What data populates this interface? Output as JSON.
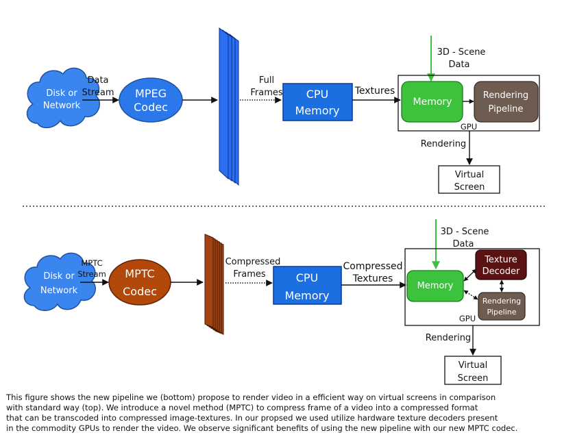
{
  "top": {
    "source_line1": "Disk or",
    "source_line2": "Network",
    "stream_line1": "Data",
    "stream_line2": "Stream",
    "codec_line1": "MPEG",
    "codec_line2": "Codec",
    "frames_line1": "Full",
    "frames_line2": "Frames",
    "cpu_line1": "CPU",
    "cpu_line2": "Memory",
    "textures": "Textures",
    "scene_line1": "3D - Scene",
    "scene_line2": "Data",
    "memory": "Memory",
    "pipeline_line1": "Rendering",
    "pipeline_line2": "Pipeline",
    "gpu": "GPU",
    "rendering": "Rendering",
    "screen_line1": "Virtual",
    "screen_line2": "Screen"
  },
  "bottom": {
    "source_line1": "Disk or",
    "source_line2": "Network",
    "stream_line1": "MPTC",
    "stream_line2": "Stream",
    "codec_line1": "MPTC",
    "codec_line2": "Codec",
    "frames_line1": "Compressed",
    "frames_line2": "Frames",
    "cpu_line1": "CPU",
    "cpu_line2": "Memory",
    "textures_line1": "Compressed",
    "textures_line2": "Textures",
    "scene_line1": "3D - Scene",
    "scene_line2": "Data",
    "memory": "Memory",
    "decoder_line1": "Texture",
    "decoder_line2": "Decoder",
    "pipeline_line1": "Rendering",
    "pipeline_line2": "Pipeline",
    "gpu": "GPU",
    "rendering": "Rendering",
    "screen_line1": "Virtual",
    "screen_line2": "Screen"
  },
  "caption": "This figure shows the new pipeline we (bottom) propose to render video in a efficient way on virtual screens in comparison\nwith standard way (top).  We introduce a  novel method (MPTC) to compress  frame of a video into a compressed format\nthat can be transcoded into compressed image-textures. In our propsed we used utilize hardware texture decoders present\nin the commodity GPUs to render the video. We observe significant benefits of using the new pipeline with our new MPTC codec.",
  "colors": {
    "cloud": "#3a86ee",
    "cpu": "#1b6fe0",
    "mpeg_codec": "#2a78ea",
    "mptc_codec": "#b3480b",
    "memory": "#3cc23c",
    "pipeline": "#6e5c50",
    "decoder": "#5a1212",
    "frame_blue": "#2a6ff2",
    "frame_brown": "#a24412",
    "scene_arrow": "#3fbf3f"
  }
}
